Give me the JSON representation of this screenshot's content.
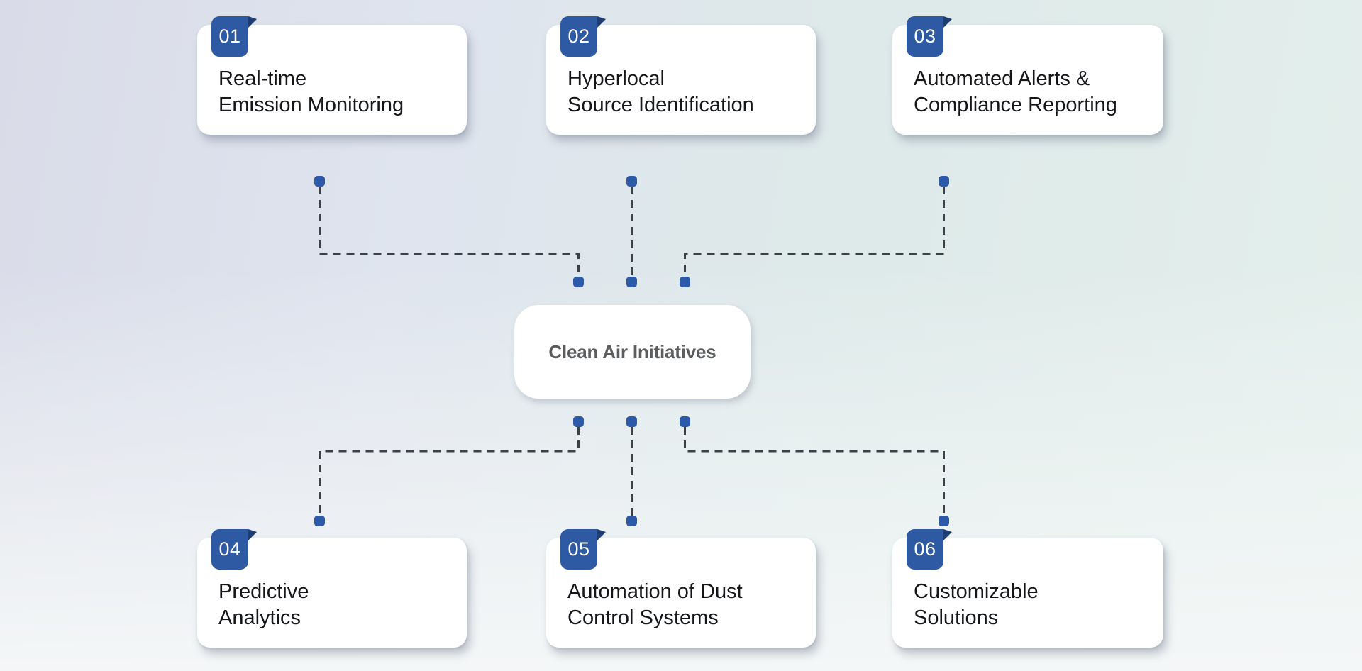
{
  "center": {
    "label": "Clean Air Initiatives"
  },
  "cards": [
    {
      "number": "01",
      "line1": "Real-time",
      "line2": "Emission Monitoring"
    },
    {
      "number": "02",
      "line1": "Hyperlocal",
      "line2": "Source Identification"
    },
    {
      "number": "03",
      "line1": "Automated Alerts &",
      "line2": "Compliance Reporting"
    },
    {
      "number": "04",
      "line1": "Predictive",
      "line2": "Analytics"
    },
    {
      "number": "05",
      "line1": "Automation of Dust",
      "line2": "Control Systems"
    },
    {
      "number": "06",
      "line1": "Customizable",
      "line2": "Solutions"
    }
  ],
  "colors": {
    "badge_blue": "#2e59a3",
    "badge_fold": "#1e3d72",
    "connector_dash": "#3c4147",
    "connector_node": "#2d5aa8",
    "card_bg": "#ffffff",
    "card_text": "#141619",
    "center_text": "#5b5d5f",
    "bg_top_left": "#d9dce8",
    "bg_top_right": "#e4efec",
    "bg_bottom": "#f4f7f7"
  }
}
